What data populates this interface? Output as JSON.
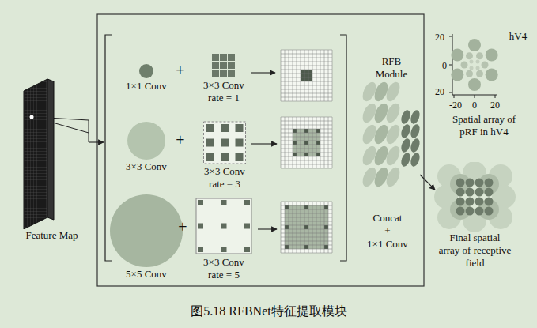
{
  "diagram": {
    "caption": "图5.18 RFBNet特征提取模块",
    "nodes": [
      {
        "text": [
          "Feature Map"
        ]
      },
      {
        "text": [
          "1×1 Conv"
        ]
      },
      {
        "text": [
          "3×3 Conv rate = 1"
        ]
      },
      {
        "text": [
          "3×3 Conv"
        ]
      },
      {
        "text": [
          "3×3 Conv rate = 3"
        ]
      },
      {
        "text": [
          "5×5 Conv"
        ]
      },
      {
        "text": [
          "3×3 Conv rate = 5"
        ]
      },
      {
        "text": [
          "RFB Module"
        ]
      },
      {
        "text": [
          "Final spatial array of receptive field"
        ]
      }
    ],
    "edges": [
      {
        "from": 7,
        "to": 8,
        "arrow": "to"
      }
    ],
    "labels": [
      "+",
      "+",
      "+",
      "Concat",
      "+",
      "1×1 Conv",
      "20",
      "0",
      "-20",
      "-20",
      "0",
      "20",
      "hV4",
      "Spatial array of pRF in hV4"
    ]
  }
}
